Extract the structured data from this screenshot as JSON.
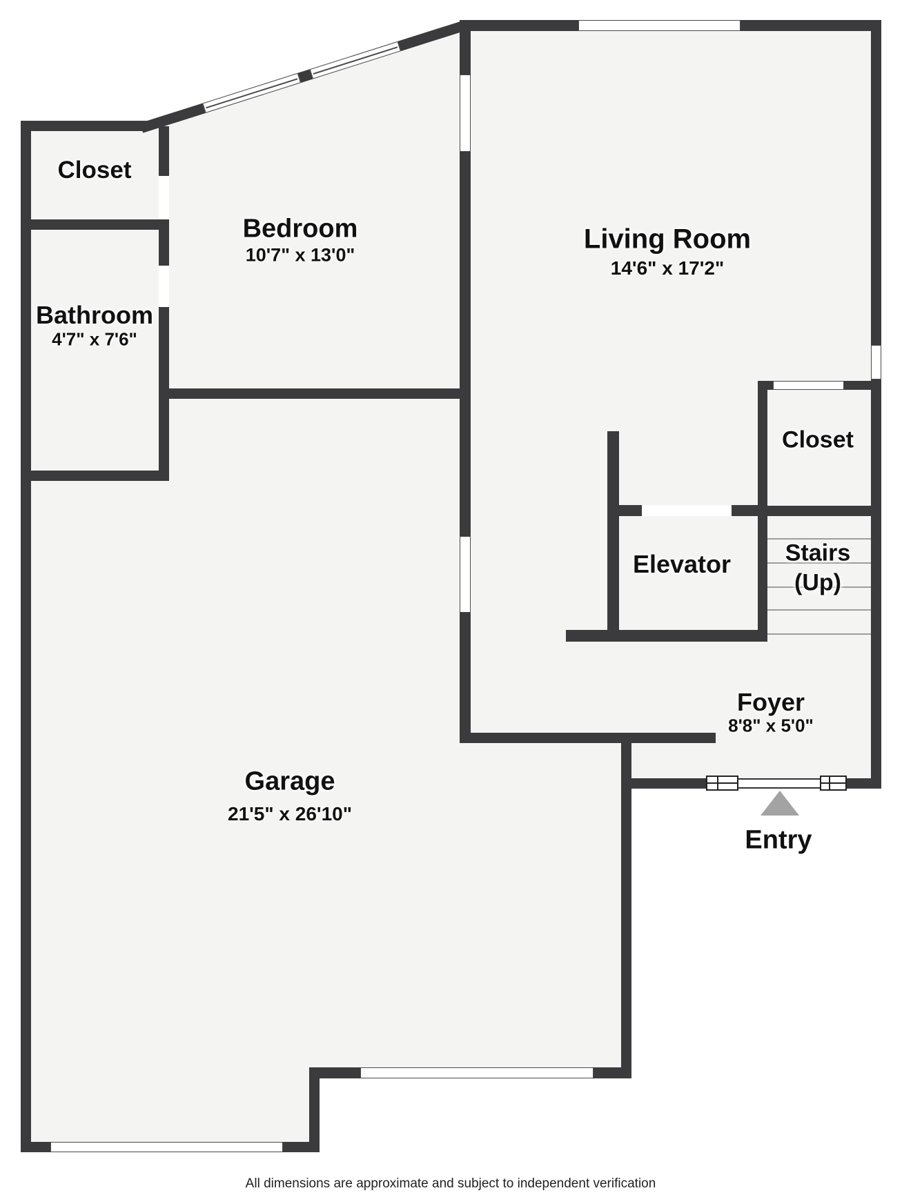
{
  "rooms": {
    "closet_top_left": {
      "label": "Closet"
    },
    "bedroom": {
      "label": "Bedroom",
      "dims": "10'7\" x 13'0\""
    },
    "living_room": {
      "label": "Living Room",
      "dims": "14'6\" x 17'2\""
    },
    "bathroom": {
      "label": "Bathroom",
      "dims": "4'7\" x 7'6\""
    },
    "closet_right": {
      "label": "Closet"
    },
    "elevator": {
      "label": "Elevator"
    },
    "stairs": {
      "label": "Stairs",
      "sublabel": "(Up)"
    },
    "foyer": {
      "label": "Foyer",
      "dims": "8'8\" x 5'0\""
    },
    "garage": {
      "label": "Garage",
      "dims": "21'5\" x 26'10\""
    },
    "entry": {
      "label": "Entry"
    }
  },
  "footer": {
    "disclaimer": "All dimensions are approximate and subject to independent verification"
  },
  "colors": {
    "wall": "#3b3b3d",
    "floor": "#f4f4f3",
    "outside": "#ffffff",
    "tread": "#9d9d9d",
    "arrow": "#a3a3a3",
    "text": "#111111",
    "winline": "#4a4a4c"
  }
}
